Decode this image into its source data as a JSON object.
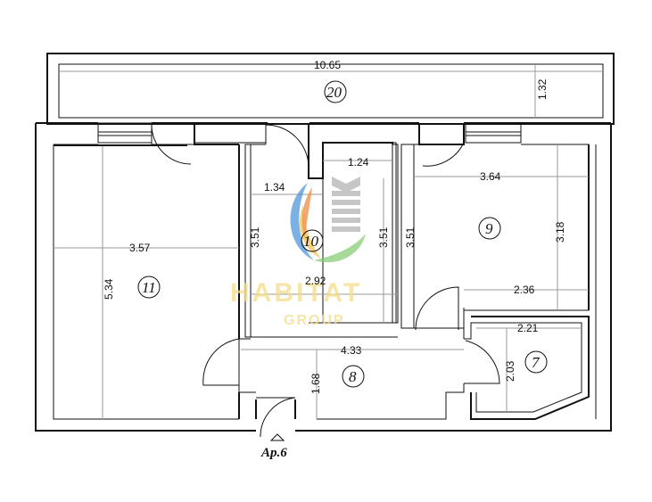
{
  "plan": {
    "apartment_label": "Ap.6",
    "dimensions": {
      "balcony_width": "10.65",
      "balcony_depth": "1.32",
      "room11_width": "3.57",
      "room11_depth": "5.34",
      "room10_width": "2.92",
      "room10_depth_left": "3.51",
      "room10_depth_right": "3.51",
      "room10_depth_far": "3.51",
      "room10_inner_a": "1.34",
      "room10_inner_b": "1.24",
      "room9_width": "3.64",
      "room9_depth": "3.18",
      "room9_lower_width": "2.36",
      "hall_width": "4.33",
      "hall_depth": "1.68",
      "room7_width": "2.21",
      "room7_depth": "2.03"
    },
    "rooms": {
      "r20": "20",
      "r11": "11",
      "r10": "10",
      "r9": "9",
      "r8": "8",
      "r7": "7"
    }
  },
  "watermark": {
    "name": "HABITAT",
    "sub": "GROUP",
    "colors": {
      "blue": "#3d8fd6",
      "yellow": "#f2c14e",
      "orange": "#ef8a3c",
      "green": "#7ec96b",
      "gray": "#b5b5b5"
    }
  }
}
